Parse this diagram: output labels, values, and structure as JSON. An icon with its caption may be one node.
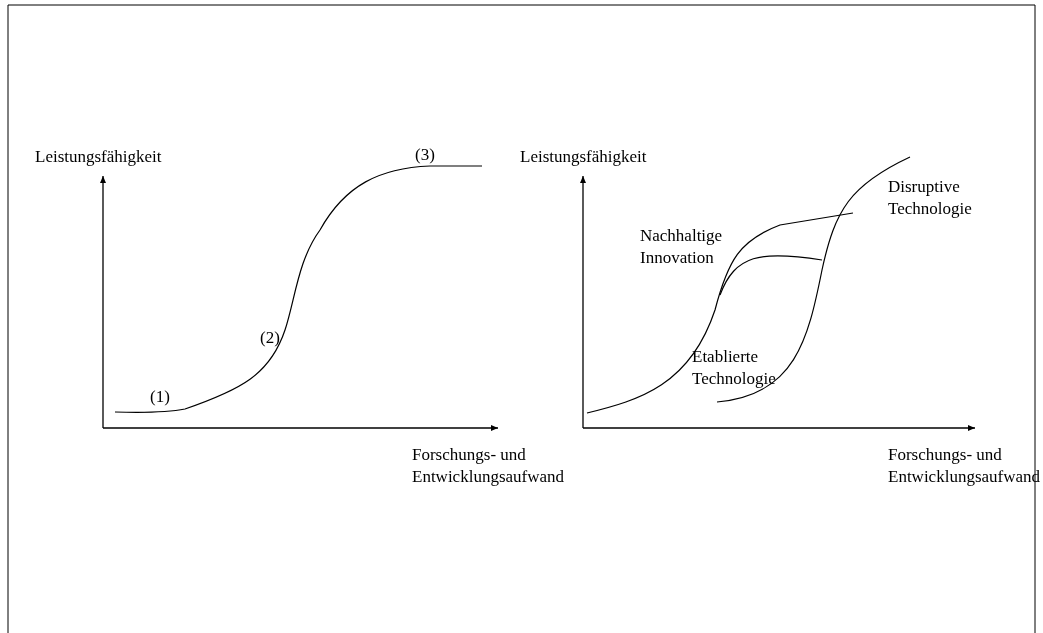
{
  "diagram": {
    "labels": [
      "Leistungsfähigkeit",
      "(3)",
      "(2)",
      "(1)",
      "Forschungs- und Entwicklungsaufwand",
      "Leistungsfähigkeit",
      "Disruptive Technologie",
      "Nachhaltige Innovation",
      "Etablierte Technologie",
      "Forschungs- und Entwicklungsaufwand"
    ]
  }
}
